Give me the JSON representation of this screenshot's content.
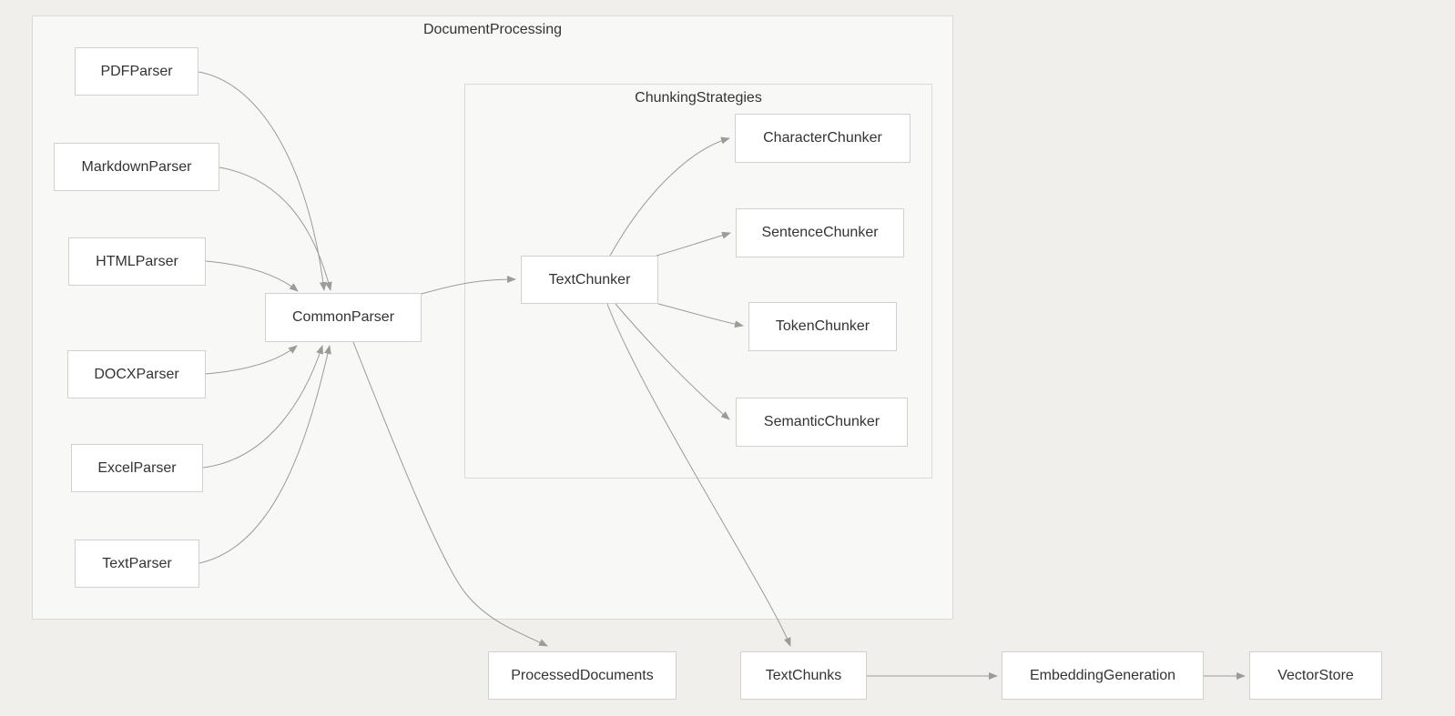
{
  "diagram": {
    "type": "flowchart",
    "clusters": [
      {
        "id": "DocumentProcessing",
        "label": "DocumentProcessing"
      },
      {
        "id": "ChunkingStrategies",
        "label": "ChunkingStrategies"
      }
    ],
    "nodes": [
      {
        "id": "PDFParser",
        "label": "PDFParser",
        "cluster": "DocumentProcessing"
      },
      {
        "id": "MarkdownParser",
        "label": "MarkdownParser",
        "cluster": "DocumentProcessing"
      },
      {
        "id": "HTMLParser",
        "label": "HTMLParser",
        "cluster": "DocumentProcessing"
      },
      {
        "id": "DOCXParser",
        "label": "DOCXParser",
        "cluster": "DocumentProcessing"
      },
      {
        "id": "ExcelParser",
        "label": "ExcelParser",
        "cluster": "DocumentProcessing"
      },
      {
        "id": "TextParser",
        "label": "TextParser",
        "cluster": "DocumentProcessing"
      },
      {
        "id": "CommonParser",
        "label": "CommonParser",
        "cluster": "DocumentProcessing"
      },
      {
        "id": "TextChunker",
        "label": "TextChunker",
        "cluster": "ChunkingStrategies"
      },
      {
        "id": "CharacterChunker",
        "label": "CharacterChunker",
        "cluster": "ChunkingStrategies"
      },
      {
        "id": "SentenceChunker",
        "label": "SentenceChunker",
        "cluster": "ChunkingStrategies"
      },
      {
        "id": "TokenChunker",
        "label": "TokenChunker",
        "cluster": "ChunkingStrategies"
      },
      {
        "id": "SemanticChunker",
        "label": "SemanticChunker",
        "cluster": "ChunkingStrategies"
      },
      {
        "id": "ProcessedDocuments",
        "label": "ProcessedDocuments",
        "cluster": null
      },
      {
        "id": "TextChunks",
        "label": "TextChunks",
        "cluster": null
      },
      {
        "id": "EmbeddingGeneration",
        "label": "EmbeddingGeneration",
        "cluster": null
      },
      {
        "id": "VectorStore",
        "label": "VectorStore",
        "cluster": null
      }
    ],
    "edges": [
      {
        "from": "PDFParser",
        "to": "CommonParser"
      },
      {
        "from": "MarkdownParser",
        "to": "CommonParser"
      },
      {
        "from": "HTMLParser",
        "to": "CommonParser"
      },
      {
        "from": "DOCXParser",
        "to": "CommonParser"
      },
      {
        "from": "ExcelParser",
        "to": "CommonParser"
      },
      {
        "from": "TextParser",
        "to": "CommonParser"
      },
      {
        "from": "CommonParser",
        "to": "TextChunker"
      },
      {
        "from": "TextChunker",
        "to": "CharacterChunker"
      },
      {
        "from": "TextChunker",
        "to": "SentenceChunker"
      },
      {
        "from": "TextChunker",
        "to": "TokenChunker"
      },
      {
        "from": "TextChunker",
        "to": "SemanticChunker"
      },
      {
        "from": "TextChunker",
        "to": "TextChunks"
      },
      {
        "from": "CommonParser",
        "to": "ProcessedDocuments"
      },
      {
        "from": "TextChunks",
        "to": "EmbeddingGeneration"
      },
      {
        "from": "EmbeddingGeneration",
        "to": "VectorStore"
      }
    ],
    "colors": {
      "page_bg": "#f0efec",
      "cluster_fill": "#f8f8f7",
      "cluster_border": "#dcdad7",
      "node_fill": "#ffffff",
      "node_border": "#d2d0ce",
      "edge": "#9b9b9b",
      "text": "#333333"
    }
  }
}
